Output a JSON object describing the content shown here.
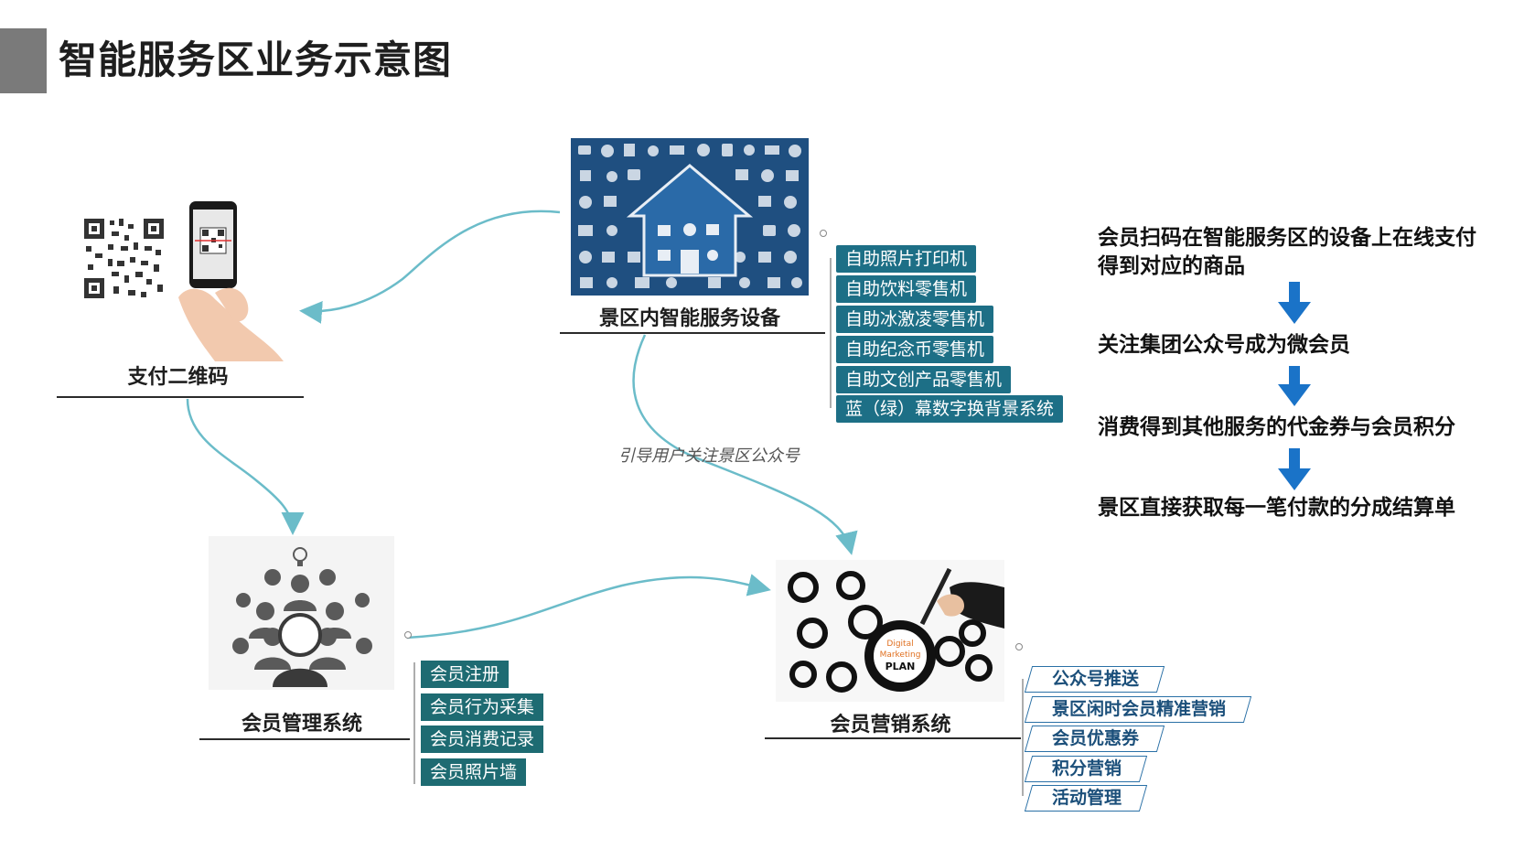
{
  "title": "智能服务区业务示意图",
  "nodes": {
    "devices": {
      "label": "景区内智能服务设备",
      "items": [
        "自助照片打印机",
        "自助饮料零售机",
        "自助冰激凌零售机",
        "自助纪念币零售机",
        "自助文创产品零售机",
        "蓝（绿）幕数字换背景系统"
      ]
    },
    "qrcode": {
      "label": "支付二维码"
    },
    "member_mgmt": {
      "label": "会员管理系统",
      "items": [
        "会员注册",
        "会员行为采集",
        "会员消费记录",
        "会员照片墙"
      ]
    },
    "marketing": {
      "label": "会员营销系统",
      "items": [
        "公众号推送",
        "景区闲时会员精准营销",
        "会员优惠券",
        "积分营销",
        "活动管理"
      ]
    }
  },
  "edge_label": "引导用户关注景区公众号",
  "flow_steps": [
    "会员扫码在智能服务区的设备上在线支付得到对应的商品",
    "关注集团公众号成为微会员",
    "消费得到其他服务的代金券与会员积分",
    "景区直接获取每一笔付款的分成结算单"
  ],
  "marketing_image_text": {
    "line1": "Digital",
    "line2": "Marketing",
    "line3": "PLAN"
  },
  "colors": {
    "accent_blue": "#1a73c8",
    "teal": "#1d6f86",
    "dark_teal": "#1e6b72",
    "connector": "#6bbcc9",
    "title_bar": "#7a7a7a",
    "icon_bg": "#1f4f80"
  }
}
